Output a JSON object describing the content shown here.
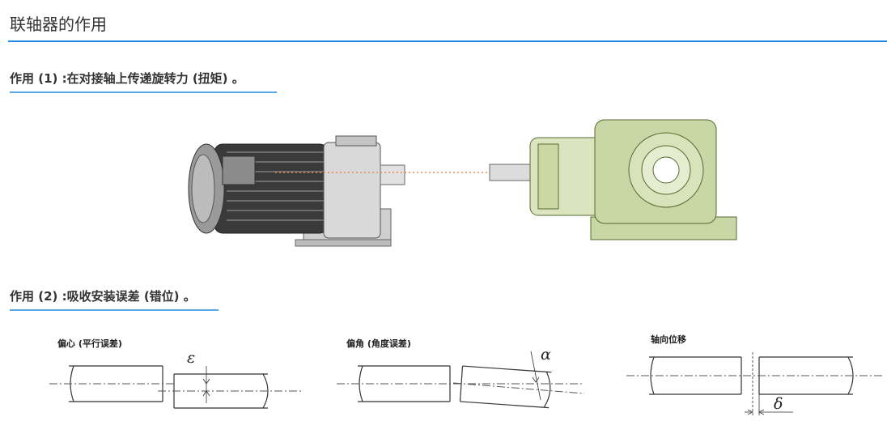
{
  "page": {
    "title": "联轴器的作用"
  },
  "section1": {
    "heading": "作用 (1) :在对接轴上传递旋转力 (扭矩) 。"
  },
  "section2": {
    "heading": "作用 (2) :吸收安装误差 (错位) 。",
    "diagrams": [
      {
        "label": "偏心 (平行误差)",
        "symbol": "ε"
      },
      {
        "label": "偏角 (角度误差)",
        "symbol": "α"
      },
      {
        "label": "轴向位移",
        "symbol": "δ"
      }
    ]
  },
  "colors": {
    "accent": "#1e88e5",
    "heading_underline": "#5aa7e6",
    "alignment_line": "#e8874a",
    "gearbox_green": "#c9d6a6"
  }
}
